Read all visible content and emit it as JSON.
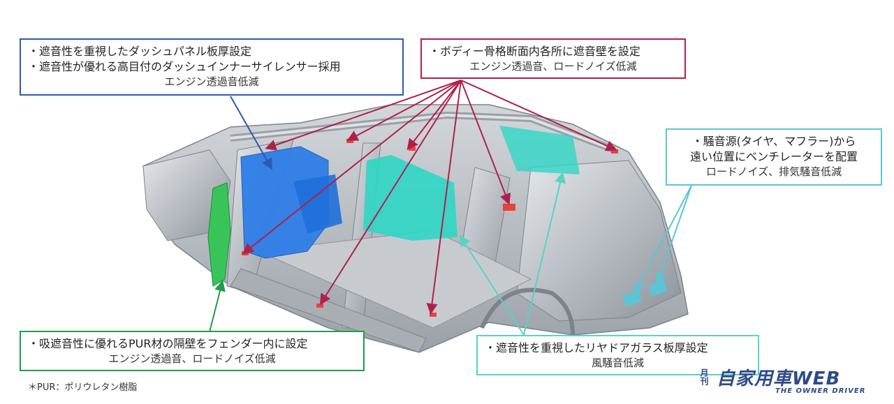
{
  "callouts": {
    "dash": {
      "lines": [
        "・遮音性を重視したダッシュパネル板厚設定",
        "・遮音性が優れる高目付のダッシュインナーサイレンサー採用"
      ],
      "effect": "エンジン透過音低減",
      "color": "#2d5bb0"
    },
    "body": {
      "lines": [
        "・ボディー骨格断面内各所に遮音壁を設定"
      ],
      "effect": "エンジン透過音、ロードノイズ低減",
      "color": "#b0204a"
    },
    "vent": {
      "lines": [
        "・騒音源(タイヤ、マフラー)から",
        "遠い位置にベンチレーターを配置"
      ],
      "effect": "ロードノイズ、排気騒音低減",
      "color": "#5bc5d6"
    },
    "pur": {
      "lines": [
        "・吸遮音性に優れるPUR材の隔壁をフェンダー内に設定"
      ],
      "effect": "エンジン透過音、ロードノイズ低減",
      "color": "#1f9e4c"
    },
    "glass": {
      "lines": [
        "・遮音性を重視したリヤドアガラス板厚設定"
      ],
      "effect": "風騒音低減",
      "color": "#56d4c2"
    }
  },
  "footnote": "＊PUR：ポリウレタン樹脂",
  "logo": {
    "mark": "月刊",
    "main": "自家用車WEB",
    "sub": "THE OWNER DRIVER"
  }
}
